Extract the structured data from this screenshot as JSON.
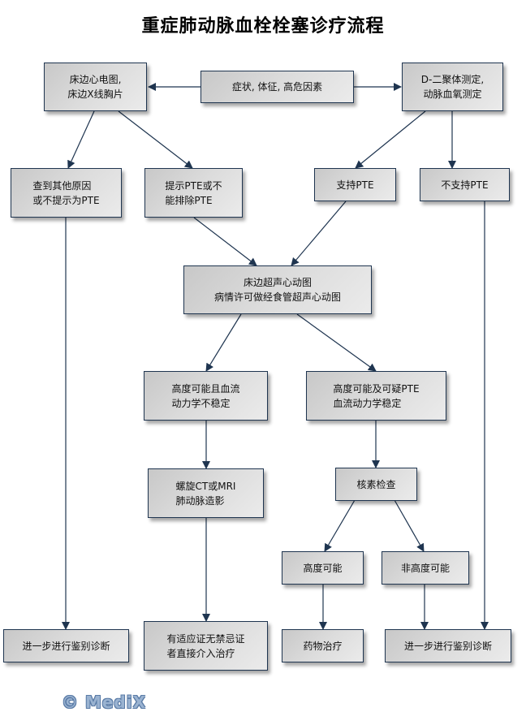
{
  "title": "重症肺动脉血栓栓塞诊疗流程",
  "colors": {
    "line": "#1f3550",
    "box_border": "#1f3550",
    "logo": "#9ab3d1"
  },
  "nodes": {
    "bedside_ecg_xray": "床边心电图,\n床边X线胸片",
    "symptoms": "症状, 体征, 高危因素",
    "ddimer_abg": "D-二聚体测定,\n动脉血氧测定",
    "other_cause": "查到其他原因\n或不提示为PTE",
    "suggest_pte": "提示PTE或不\n能排除PTE",
    "support_pte": "支持PTE",
    "not_support_pte": "不支持PTE",
    "echo": "床边超声心动图\n病情许可做经食管超声心动图",
    "high_unstable": "高度可能且血流\n动力学不稳定",
    "high_stable": "高度可能及可疑PTE\n血流动力学稳定",
    "ct_mri": "螺旋CT或MRI\n肺动脉造影",
    "nuclear": "核素检查",
    "high_prob": "高度可能",
    "non_high_prob": "非高度可能",
    "diff_dx_left": "进一步进行鉴别诊断",
    "intervention": "有适应证无禁忌证\n者直接介入治疗",
    "drug_therapy": "药物治疗",
    "diff_dx_right": "进一步进行鉴别诊断"
  },
  "edges": [
    {
      "from": "symptoms",
      "to": "bedside_ecg_xray"
    },
    {
      "from": "symptoms",
      "to": "ddimer_abg"
    },
    {
      "from": "bedside_ecg_xray",
      "to": "other_cause"
    },
    {
      "from": "bedside_ecg_xray",
      "to": "suggest_pte"
    },
    {
      "from": "ddimer_abg",
      "to": "support_pte"
    },
    {
      "from": "ddimer_abg",
      "to": "not_support_pte"
    },
    {
      "from": "suggest_pte",
      "to": "echo"
    },
    {
      "from": "support_pte",
      "to": "echo"
    },
    {
      "from": "echo",
      "to": "high_unstable"
    },
    {
      "from": "echo",
      "to": "high_stable"
    },
    {
      "from": "high_unstable",
      "to": "ct_mri"
    },
    {
      "from": "high_stable",
      "to": "nuclear"
    },
    {
      "from": "nuclear",
      "to": "high_prob"
    },
    {
      "from": "nuclear",
      "to": "non_high_prob"
    },
    {
      "from": "other_cause",
      "to": "diff_dx_left"
    },
    {
      "from": "ct_mri",
      "to": "intervention"
    },
    {
      "from": "high_prob",
      "to": "drug_therapy"
    },
    {
      "from": "non_high_prob",
      "to": "diff_dx_right"
    },
    {
      "from": "not_support_pte",
      "to": "diff_dx_right"
    }
  ],
  "logo": "© MediX"
}
